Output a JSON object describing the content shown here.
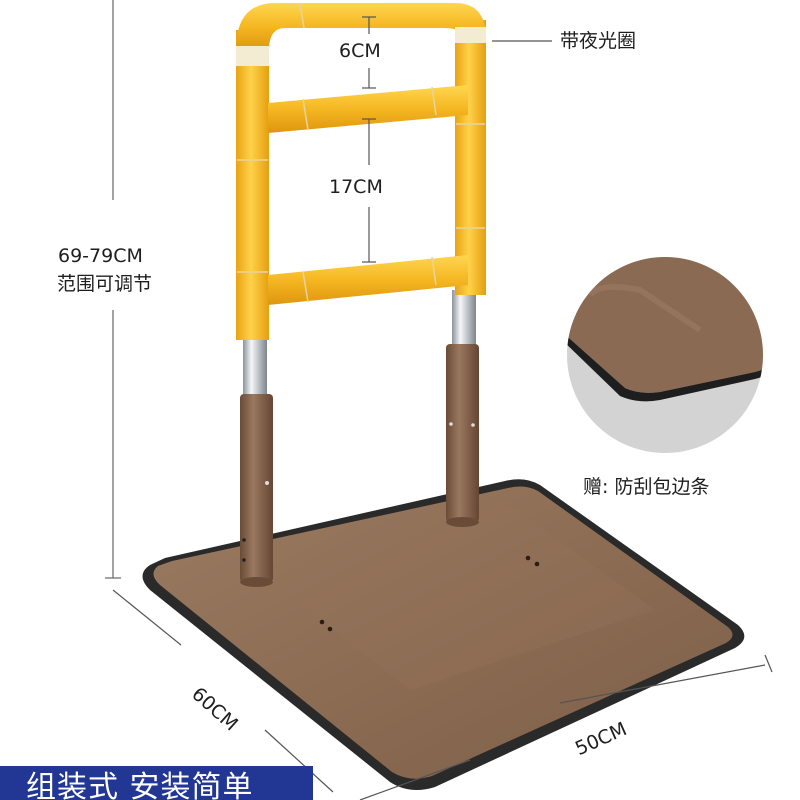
{
  "product": {
    "description": "Bedside safety assist handrail with yellow grab frame, adjustable metal legs and brown base plate"
  },
  "annotations": {
    "top_gap": "6CM",
    "middle_gap": "17CM",
    "height_range": "69-79CM",
    "height_note": "范围可调节",
    "glow_ring": "带夜光圈",
    "base_depth": "60CM",
    "base_width": "50CM",
    "gift_note": "赠: 防刮包边条"
  },
  "banner": {
    "text": "组装式 安装简单"
  },
  "colors": {
    "frame_yellow": "#F2B51E",
    "base_brown": "#8A6A52",
    "leg_brown": "#7B5A45",
    "edge_black": "#2A2A2A",
    "chrome": "#C9CDD2",
    "banner_blue": "#223694",
    "inset_bg": "#D3D3D3"
  }
}
